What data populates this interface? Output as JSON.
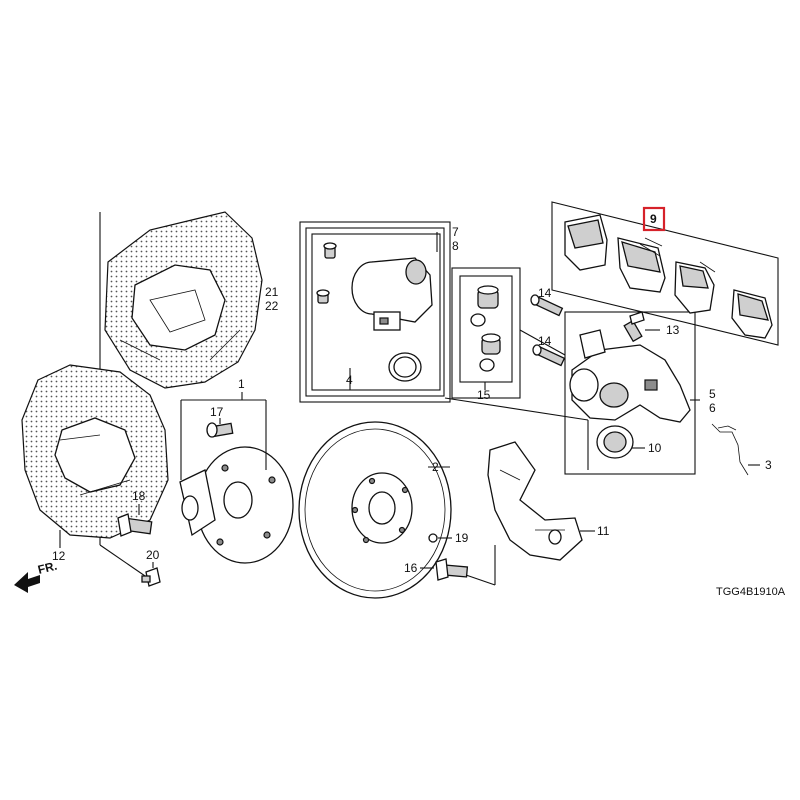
{
  "labels": {
    "n1": "1",
    "n2": "2",
    "n3": "3",
    "n4": "4",
    "n5": "5",
    "n6": "6",
    "n7": "7",
    "n8": "8",
    "n9": "9",
    "n10": "10",
    "n11": "11",
    "n12": "12",
    "n13": "13",
    "n14a": "14",
    "n14b": "14",
    "n15": "15",
    "n16": "16",
    "n17": "17",
    "n18": "18",
    "n19": "19",
    "n20": "20",
    "n21": "21",
    "n22": "22"
  },
  "front_marker": "FR.",
  "diagram_code": "TGG4B1910A",
  "highlight_color": "#d6222a"
}
